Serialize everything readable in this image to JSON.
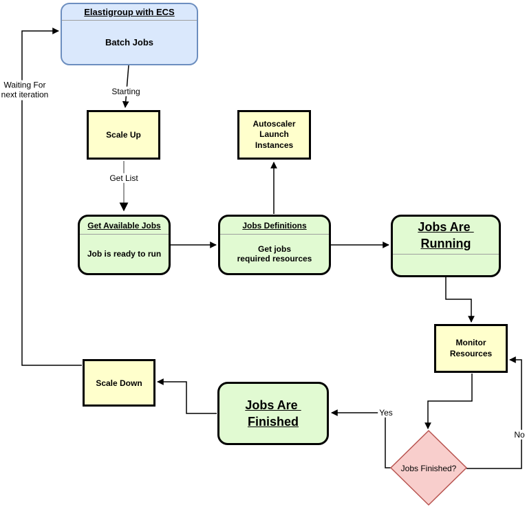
{
  "colors": {
    "blue_fill": "#dae8fc",
    "blue_border": "#6c8ebf",
    "yellow_fill": "#ffffcc",
    "green_fill": "#e1fad2",
    "pink_fill": "#f8cecc",
    "pink_border": "#b85450",
    "line": "#000000",
    "line_gray": "#999999",
    "divider": "#9e9e9e"
  },
  "nodes": {
    "elastigroup": {
      "title": "Elastigroup with ECS",
      "body": "Batch Jobs"
    },
    "scale_up": {
      "label": "Scale Up"
    },
    "autoscaler": {
      "label": "Autoscaler\nLaunch\nInstances"
    },
    "get_available_jobs": {
      "title": "Get Available Jobs",
      "body": "Job is ready to run"
    },
    "jobs_definitions": {
      "title": "Jobs Definitions",
      "body": "Get jobs\nrequired resources"
    },
    "jobs_are_running": {
      "title": "Jobs Are \nRunning"
    },
    "monitor_resources": {
      "label": "Monitor\nResources"
    },
    "jobs_finished_decision": {
      "label": "Jobs Finished?"
    },
    "jobs_are_finished": {
      "title": "Jobs Are \nFinished"
    },
    "scale_down": {
      "label": "Scale Down"
    }
  },
  "edges": {
    "starting": "Starting",
    "get_list": "Get List",
    "waiting": "Waiting For\nnext iteration",
    "yes": "Yes",
    "no": "No"
  }
}
